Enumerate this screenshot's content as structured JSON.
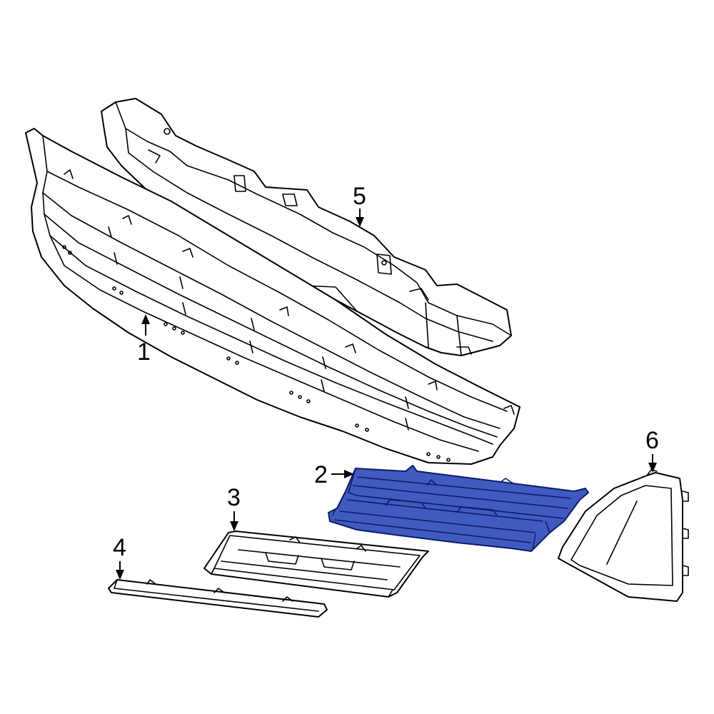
{
  "callouts": {
    "part1": "1",
    "part2": "2",
    "part3": "3",
    "part4": "4",
    "part5": "5",
    "part6": "6"
  },
  "colors": {
    "highlight_fill": "#3f5bbf",
    "highlight_stroke": "#0d1a66",
    "line": "#000000",
    "background": "#ffffff"
  }
}
